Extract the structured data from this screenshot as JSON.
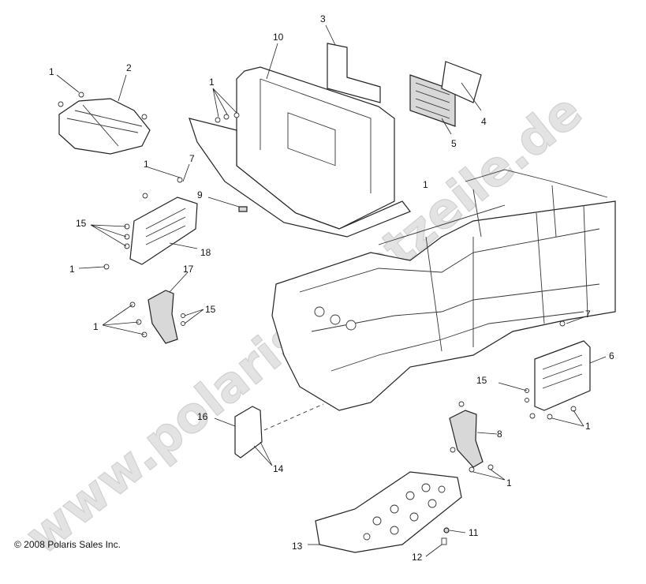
{
  "diagram": {
    "watermark": "www.polarisersatzeile.de",
    "copyright": "© 2008 Polaris Sales Inc.",
    "callouts": {
      "c1_a": "1",
      "c2": "2",
      "c3": "3",
      "c10": "10",
      "c1_b": "1",
      "c4": "4",
      "c5": "5",
      "c1_c": "1",
      "c7_a": "7",
      "c9": "9",
      "c15_a": "15",
      "c18": "18",
      "c1_d": "1",
      "c1_e": "1",
      "c17": "17",
      "c15_b": "15",
      "c1_f": "1",
      "c7_b": "7",
      "c6": "6",
      "c15_c": "15",
      "c1_g": "1",
      "c16": "16",
      "c8": "8",
      "c14": "14",
      "c1_h": "1",
      "c11": "11",
      "c13": "13",
      "c12": "12"
    },
    "colors": {
      "line": "#222222",
      "watermark": "#d0d0d0",
      "fill_dark": "#d8d8d8"
    }
  }
}
